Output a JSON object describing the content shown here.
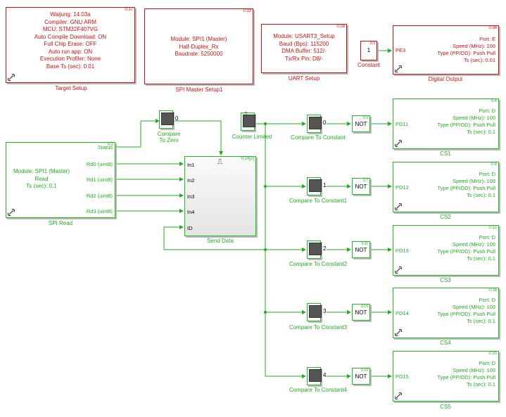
{
  "target_setup": {
    "corner": "0:37",
    "lines": [
      "Waijung: 14.03a",
      "Compiler: GNU ARM",
      "MCU: STM32F407VG",
      "Auto Compile Download: ON",
      "Full Chip Erase: OFF",
      "Auto run app: ON",
      "Execution Profiler: None",
      "Base Ts (sec): 0.01"
    ],
    "caption": "Target Setup"
  },
  "spi_master_setup": {
    "corner": "0:33",
    "lines": [
      "Module: SPI1 (Master)",
      "Half-Duplex_Rx",
      "Baudrate: 5250000"
    ],
    "caption": "SPI Master Setup1"
  },
  "uart_setup": {
    "corner": "0:28",
    "lines": [
      "Module: USART3_Setup",
      "Baud (Bps): 115200",
      "DMA Buffer: 512/-",
      "Tx/Rx Pin: D8/-"
    ],
    "caption": "UART Setup"
  },
  "constant": {
    "corner": "0:3",
    "value": "1",
    "caption": "Constant"
  },
  "digital_output": {
    "corner": "0:38",
    "port": "PE3",
    "lines": [
      "Port: E",
      "Speed (MHz): 100",
      "Type (PP/OD): Push Pull",
      "Ts (sec): 0.01"
    ],
    "caption": "Digital Output"
  },
  "spi_read": {
    "corner": "0:2",
    "lines": [
      "Module: SPI1 (Master)",
      "Read",
      "Ts (sec): 0.1"
    ],
    "ports": [
      "Status",
      "Rd0 (uint8)",
      "Rd1 (uint8)",
      "Rd2 (uint8)",
      "Rd3 (uint8)"
    ],
    "caption": "SPI Read"
  },
  "compare_zero": {
    "value": "0",
    "caption_line1": "Compare",
    "caption_line2": "To Zero"
  },
  "send_data": {
    "corner": "0:24[2]",
    "ports": [
      "In1",
      "In2",
      "In3",
      "In4",
      "ID"
    ],
    "trigger": "⎍",
    "caption": "Send Data"
  },
  "counter": {
    "caption": "Counter Limited",
    "icon_label": "⎍"
  },
  "compare_constants": [
    {
      "value": "0",
      "caption": "Compare To Constant"
    },
    {
      "value": "1",
      "caption": "Compare To Constant1"
    },
    {
      "value": "2",
      "caption": "Compare To Constant2"
    },
    {
      "value": "3",
      "caption": "Compare To Constant3"
    },
    {
      "value": "4",
      "caption": "Compare To Constant4"
    }
  ],
  "not_blocks": [
    {
      "corner": "0:3",
      "label": "NOT"
    },
    {
      "corner": "0:7",
      "label": "NOT"
    },
    {
      "corner": "0:11",
      "label": "NOT"
    },
    {
      "corner": "0:15",
      "label": "NOT"
    },
    {
      "corner": "0:19",
      "label": "NOT"
    }
  ],
  "cs_blocks": [
    {
      "corner": "0:4",
      "pin": "PD11",
      "lines": [
        "Port: D",
        "Speed (MHz): 100",
        "Type (PP/OD): Push Pull",
        "Ts (sec): 0.1"
      ],
      "caption": "CS1"
    },
    {
      "corner": "0:8",
      "pin": "PD12",
      "lines": [
        "Port: D",
        "Speed (MHz): 100",
        "Type (PP/OD): Push Pull",
        "Ts (sec): 0.1"
      ],
      "caption": "CS2"
    },
    {
      "corner": "0:12",
      "pin": "PD13",
      "lines": [
        "Port: D",
        "Speed (MHz): 100",
        "Type (PP/OD): Push Pull",
        "Ts (sec): 0.1"
      ],
      "caption": "CS3"
    },
    {
      "corner": "0:16",
      "pin": "PD14",
      "lines": [
        "Port: D",
        "Speed (MHz): 100",
        "Type (PP/OD): Push Pull",
        "Ts (sec): 0.1"
      ],
      "caption": "CS4"
    },
    {
      "corner": "0:20",
      "pin": "PD15",
      "lines": [
        "Port: D",
        "Speed (MHz): 100",
        "Type (PP/OD): Push Pull",
        "Ts (sec): 0.1"
      ],
      "caption": "CS5"
    }
  ],
  "colors": {
    "active": "#22aa22",
    "inactive": "#cc1111"
  }
}
